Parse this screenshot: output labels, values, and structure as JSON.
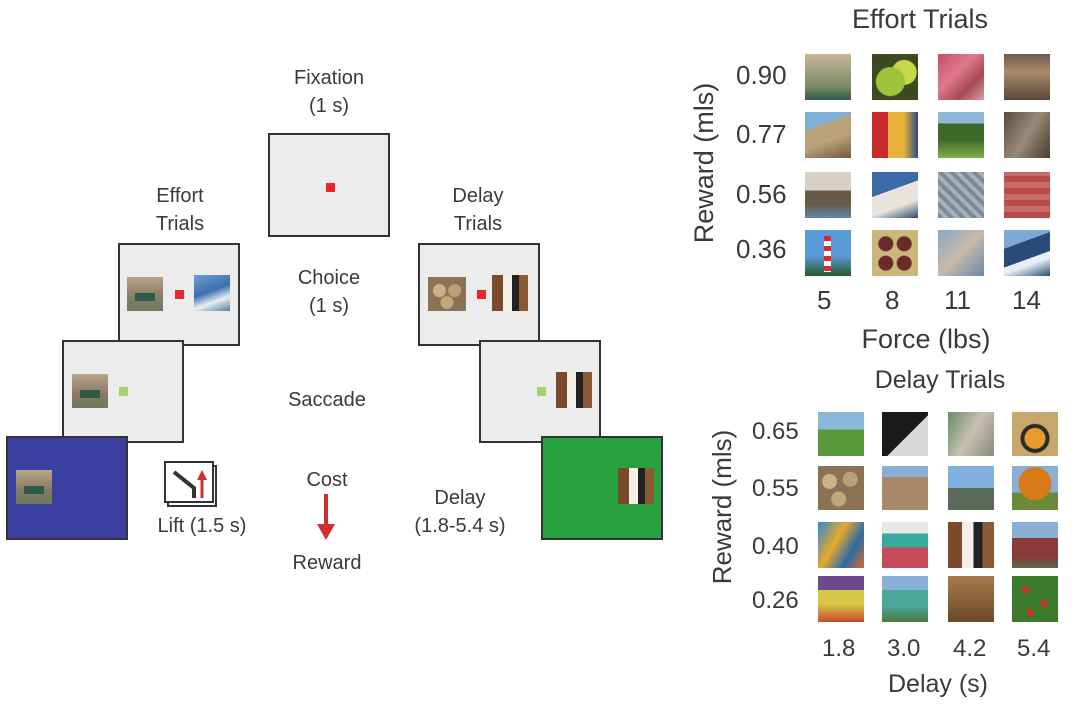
{
  "task": {
    "fixation": [
      "Fixation",
      "(1 s)"
    ],
    "choice": [
      "Choice",
      "(1 s)"
    ],
    "saccade": "Saccade",
    "cost": "Cost",
    "reward": "Reward",
    "effort_trials": [
      "Effort",
      "Trials"
    ],
    "delay_trials": [
      "Delay",
      "Trials"
    ],
    "lift": "Lift (1.5 s)",
    "delay": [
      "Delay",
      "(1.8-5.4 s)"
    ]
  },
  "effort_grid": {
    "title": "Effort Trials",
    "ylabel": "Reward (mls)",
    "xlabel": "Force (lbs)",
    "rows": [
      "0.90",
      "0.77",
      "0.56",
      "0.36"
    ],
    "cols": [
      "5",
      "8",
      "11",
      "14"
    ]
  },
  "delay_grid": {
    "title": "Delay Trials",
    "ylabel": "Reward (mls)",
    "xlabel": "Delay (s)",
    "rows": [
      "0.65",
      "0.55",
      "0.40",
      "0.26"
    ],
    "cols": [
      "1.8",
      "3.0",
      "4.2",
      "5.4"
    ]
  },
  "colors": {
    "fixation_point": "#e8262c",
    "saccade_point": "#a4d46c",
    "effort_feedback": "#3a3fa0",
    "delay_feedback": "#27a23e",
    "arrow": "#d12f2f"
  }
}
